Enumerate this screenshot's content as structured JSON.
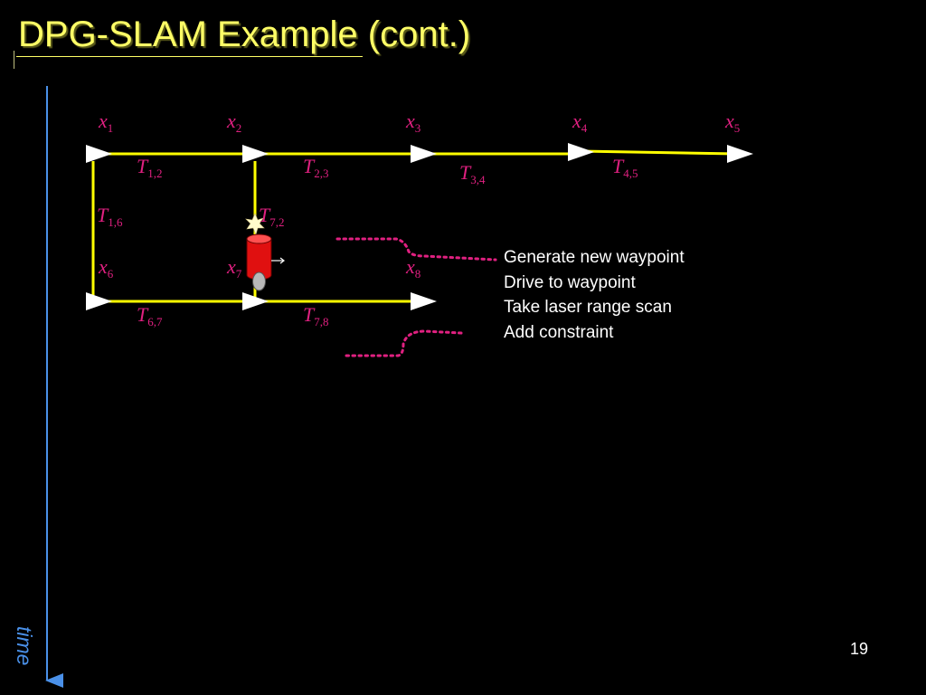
{
  "title": "DPG-SLAM Example (cont.)",
  "nodes": [
    "1",
    "2",
    "3",
    "4",
    "5",
    "6",
    "7",
    "8"
  ],
  "edges": [
    "1,2",
    "2,3",
    "3,4",
    "4,5",
    "1,6",
    "7,2",
    "6,7",
    "7,8"
  ],
  "node_letter": "x",
  "edge_letter": "T",
  "steps": [
    "Generate new waypoint",
    "Drive to waypoint",
    "Take laser range scan",
    "Add constraint"
  ],
  "time_label": "time",
  "slide_number": "19",
  "colors": {
    "title": "#ffff66",
    "edge": "#ffff00",
    "node": "#ffffff",
    "math_label": "#e02080",
    "dotted_callout": "#e02080",
    "time_axis": "#4a90e8",
    "robot_body": "#e01010"
  }
}
